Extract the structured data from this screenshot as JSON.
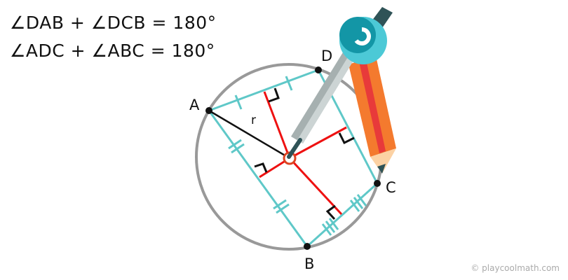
{
  "equations": [
    "∠DAB + ∠DCB = 180°",
    "∠ADC + ∠ABC = 180°"
  ],
  "labels": {
    "A": "A",
    "B": "B",
    "C": "C",
    "D": "D",
    "r": "r"
  },
  "watermark": "© playcoolmath.com",
  "colors": {
    "circle": "#999999",
    "sides": "#5fc8c8",
    "bisectors": "#ee1111",
    "radius": "#111111",
    "compass_head": "#4cc9d6",
    "pencil": "#f47a2e"
  }
}
